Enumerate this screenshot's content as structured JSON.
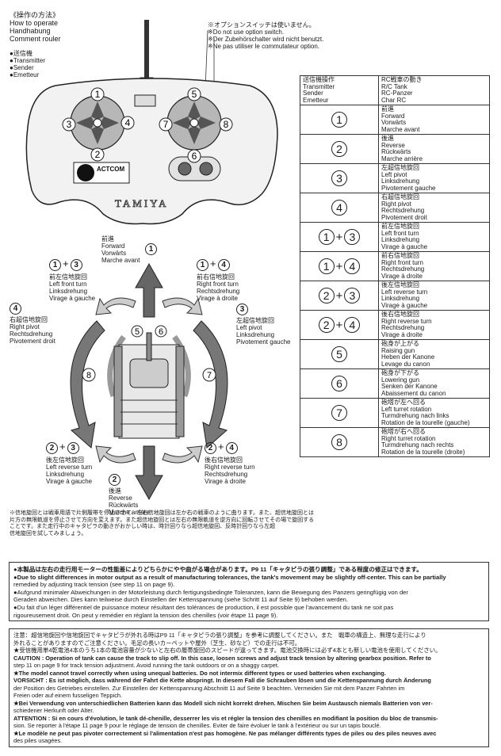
{
  "header": {
    "jp_title": "《操作の方法》",
    "lines": [
      "How to operate",
      "Handhabung",
      "Comment rouler"
    ]
  },
  "transmitter_labels": [
    "●送信機",
    "●Transmitter",
    "●Sender",
    "●Emetteur"
  ],
  "option_switch_note": [
    "※オプションスイッチは使いません。",
    "※Do not use option switch.",
    "※Der Zubehörschalter wird nicht benutzt.",
    "※Ne pas utiliser le commutateur option."
  ],
  "transmitter": {
    "brand": "TAMIYA",
    "logo_text": "ACTCOM"
  },
  "table": {
    "header_left": [
      "送信機操作",
      "Transmitter",
      "Sender",
      "Emetteur"
    ],
    "header_right": [
      "RC戦車の動き",
      "R/C Tank",
      "RC-Panzer",
      "Char RC"
    ],
    "rows": [
      {
        "key": [
          "1"
        ],
        "lines": [
          "前進",
          "Forward",
          "Vorwärts",
          "Marche avant"
        ]
      },
      {
        "key": [
          "2"
        ],
        "lines": [
          "後進",
          "Reverse",
          "Rückwärts",
          "Marche arrière"
        ]
      },
      {
        "key": [
          "3"
        ],
        "lines": [
          "左超信地旋回",
          "Left pivot",
          "Linksdrehung",
          "Pivotement gauche"
        ]
      },
      {
        "key": [
          "4"
        ],
        "lines": [
          "右超信地旋回",
          "Right pivot",
          "Rechtsdrehung",
          "Pivotement droit"
        ]
      },
      {
        "key": [
          "1",
          "3"
        ],
        "lines": [
          "前左信地旋回",
          "Left front turn",
          "Linksdrehung",
          "Virage à gauche"
        ]
      },
      {
        "key": [
          "1",
          "4"
        ],
        "lines": [
          "前右信地旋回",
          "Right front turn",
          "Rechtsdrehung",
          "Virage à droite"
        ]
      },
      {
        "key": [
          "2",
          "3"
        ],
        "lines": [
          "後左信地旋回",
          "Left reverse turn",
          "Linksdrehung",
          "Virage à gauche"
        ]
      },
      {
        "key": [
          "2",
          "4"
        ],
        "lines": [
          "後右信地旋回",
          "Right reverse turn",
          "Rechtsdrehung",
          "Virage à droite"
        ]
      },
      {
        "key": [
          "5"
        ],
        "lines": [
          "砲身が上がる",
          "Raising gun",
          "Heben der Kanone",
          "Levage du canon"
        ]
      },
      {
        "key": [
          "6"
        ],
        "lines": [
          "砲身が下がる",
          "Lowering gun",
          "Senken der Kanone",
          "Abaissement du canon"
        ]
      },
      {
        "key": [
          "7"
        ],
        "lines": [
          "砲塔が左へ回る",
          "Left turret rotation",
          "Turmdrehung nach links",
          "Rotation de la tourelle (gauche)"
        ]
      },
      {
        "key": [
          "8"
        ],
        "lines": [
          "砲塔が右へ回る",
          "Right turret rotation",
          "Turmdrehung nach rechts",
          "Rotation de la tourelle (droite)"
        ]
      }
    ]
  },
  "diagram_labels": {
    "forward": [
      "前進",
      "Forward",
      "Vorwärts",
      "Marche avant"
    ],
    "left_front": [
      "前左信地旋回",
      "Left front turn",
      "Linksdrehung",
      "Virage à gauche"
    ],
    "right_front": [
      "前右信地旋回",
      "Right front turn",
      "Rechtsdrehung",
      "Virage à droite"
    ],
    "left_pivot": [
      "左超信地旋回",
      "Left pivot",
      "Linksdrehung",
      "Pivotement gauche"
    ],
    "right_pivot": [
      "右超信地旋回",
      "Right pivot",
      "Rechtsdrehung",
      "Pivotement droit"
    ],
    "left_reverse": [
      "後左信地旋回",
      "Left reverse turn",
      "Linksdrehung",
      "Virage à gauche"
    ],
    "right_reverse": [
      "後右信地旋回",
      "Right reverse turn",
      "Rechtsdrehung",
      "Virage à droite"
    ],
    "reverse": [
      "後進",
      "Reverse",
      "Rückwärts",
      "Marche arrière"
    ]
  },
  "jp_note_under_diagram": [
    "※信地旋回とは戦車用語で片側履帯を停止させて、左右信地旋回は左か右の戦車のように曲ります。また、超信地旋回とは",
    "片方の無限軌道を停止させて方向を変えます。また超信地旋回とは左右の無限軌道を逆方向に回転させてその場で旋回する",
    "ことです。また走行中のキャタピラの動きがおかしい時は、時計回りなら超信地旋回、反時計回りなら左超",
    "信地旋回を試してみましょう。"
  ],
  "notice_box": [
    "●本製品は左右の走行用モーターの性能差によりどちらかにやや曲がる場合があります。P9 11「キャタピラの張り調整」である程度の修正はできます。",
    "●Due to slight differences in motor output as a result of manufacturing tolerances, the tank's movement may be slightly off-center. This can be partially",
    "remedied by adjusting track tension (see step 11 on page 9).",
    "●Aufgrund minimaler Abweichungen in der Motorleistung durch fertigungsbedingte Toleranzen, kann die Bewegung des Panzers geringfügig von der",
    "Geraden abweichen. Dies kann teilweise durch Einstellen der Kettenspannung (siehe Schritt 11 auf Seite 9) behoben werden.",
    "●Du fait d'un léger différentiel de puissance moteur résultant des tolérances de production, il est possible que l'avancement du tank ne soit pas",
    "rigoureusement droit. On peut y remédier en réglant la tension des chenilles (voir étape 11 page 9)."
  ],
  "caution_box": [
    "注意：超信地旋回や信地旋回でキャタピラが外れる時はP9 11「キャタピラの張り調整」を参考に調整してください。また　戦車の構造上、無理な走行により",
    "外れることがありますのでご注意ください。毛足の長いカーペットや屋外（芝生、砂など）での走行は不可。",
    "★受信機用単4乾電池4本のうち1本の電池容量が少ないと左右の履帯旋回のスピードが違ってきます。電池交換時には必ず4本とも新しい電池を使用してください。",
    "CAUTION : Operation of tank can cause the track to slip off. In this case, loosen screws and adjust track tension by altering gearbox position. Refer to",
    "step 11 on page 9 for track tension adjustment. Avoid running the tank outdoors or on a shaggy carpet.",
    "★The model cannot travel correctly when using unequal batteries. Do not intermix different types or used batteries when exchanging.",
    "VORSICHT : Es ist möglich, dass während der Fahrt die Kette abspringt. In diesem Fall die Schrauben lösen und die Kettenspannung durch Änderung",
    "der Position des Getriebes einstellen. Zur Einstellen der Kettenspannung Abschnitt 11 auf Seite 9 beachten. Vermeiden Sie mit dem Panzer Fahrten im",
    "Freien oder auf einem fusseligen Teppich.",
    "★Bei Verwendung von unterschiedlichen Batterien kann das Modell sich nicht korrekt drehen. Mischen Sie beim Austausch niemals Batterien von ver-",
    "schiedener Herkunft oder Alter.",
    "ATTENTION : Si en cours d'évolution, le tank dé-chenille, desserrer les vis et régler la tension des chenilles en modifiant la position du bloc de transmis-",
    "sion. Se reporter à l'étape 11 page 9 pour le réglage de tension de chenilles. Eviter de faire évoluer le tank à l'extérieur ou sur un tapis bouclé.",
    "★Le modèle ne peut pas pivoter correctement si l'alimentation n'est pas homogène. Ne pas mélanger différents types de piles ou des piles neuves avec",
    "des piles usagées."
  ]
}
